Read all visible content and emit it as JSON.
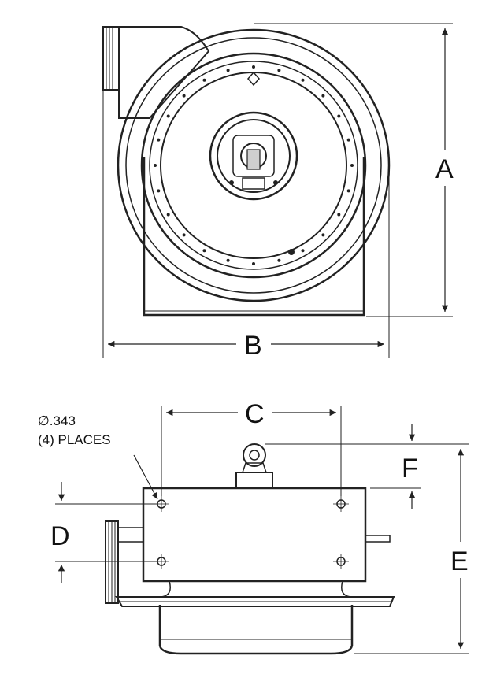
{
  "drawing": {
    "front_view": {
      "dimension_labels": {
        "height": "A",
        "width": "B"
      }
    },
    "side_view": {
      "dimension_labels": {
        "hole_spacing": "C",
        "mount_offset": "D",
        "overall_height": "E",
        "swivel_height": "F"
      },
      "hole_note": {
        "line1": "∅.343",
        "line2": "(4) PLACES"
      }
    }
  },
  "colors": {
    "line": "#222222",
    "fill": "#ffffff",
    "shade": "#d8d8d8"
  }
}
